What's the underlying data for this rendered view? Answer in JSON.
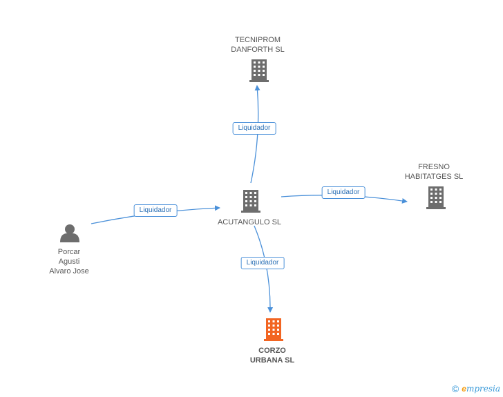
{
  "nodes": {
    "tecniprom": {
      "label": "TECNIPROM\nDANFORTH SL",
      "type": "company"
    },
    "fresno": {
      "label": "FRESNO\nHABITATGES SL",
      "type": "company"
    },
    "acutangulo": {
      "label": "ACUTANGULO SL",
      "type": "company"
    },
    "porcar": {
      "label": "Porcar\nAgusti\nAlvaro Jose",
      "type": "person"
    },
    "corzo": {
      "label": "CORZO\nURBANA SL",
      "type": "company-focus"
    }
  },
  "edges": {
    "porcar_acutangulo": "Liquidador",
    "acutangulo_tecniprom": "Liquidador",
    "acutangulo_fresno": "Liquidador",
    "acutangulo_corzo": "Liquidador"
  },
  "colors": {
    "edge": "#4a90d9",
    "company_icon": "#6d6d6d",
    "focus_icon": "#f26522",
    "person_icon": "#6d6d6d"
  },
  "footer": {
    "copyright": "©",
    "brand_initial": "e",
    "brand_rest": "mpresia"
  }
}
